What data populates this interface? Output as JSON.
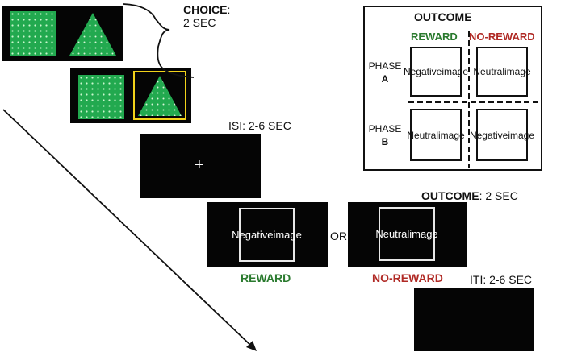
{
  "choice": {
    "label_bold": "CHOICE",
    "label_rest": ":",
    "duration": "2 SEC"
  },
  "isi": {
    "label": "ISI: 2-6 SEC",
    "fixation": "+"
  },
  "outcome_screen": {
    "label_bold": "OUTCOME",
    "label_rest": ": 2 SEC"
  },
  "reward_screen": {
    "image_text": "Negative image",
    "label": "REWARD"
  },
  "noreward_screen": {
    "image_text": "Neutral image",
    "label": "NO-REWARD"
  },
  "or_text": "OR",
  "iti": {
    "label": "ITI: 2-6 SEC"
  },
  "outcome_table": {
    "title": "OUTCOME",
    "col_reward": "REWARD",
    "col_noreward": "NO-REWARD",
    "phase_a_word": "PHASE",
    "phase_a_letter": "A",
    "phase_b_word": "PHASE",
    "phase_b_letter": "B",
    "a_reward": "Negative image",
    "a_noreward": "Neutral image",
    "b_reward": "Neutral image",
    "b_noreward": "Negative image"
  },
  "colors": {
    "stimulus": "#22a94f",
    "selection": "#f2d21a",
    "reward": "#2a7a2e",
    "noreward": "#b02a25",
    "screen": "#050505"
  }
}
